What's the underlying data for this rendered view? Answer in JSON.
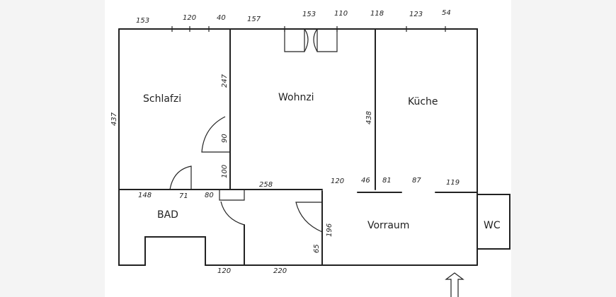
{
  "rooms": {
    "schlafzimmer": "Schlafzi",
    "wohnzimmer": "Wohnzi",
    "kueche": "Küche",
    "bad": "BAD",
    "vorraum": "Vorraum",
    "wc": "WC"
  },
  "top_dimensions": [
    "153",
    "120",
    "40",
    "157",
    "153",
    "110",
    "118",
    "123",
    "54"
  ],
  "middle_dimensions": [
    "148",
    "71",
    "80",
    "258",
    "120",
    "46",
    "81",
    "87",
    "119"
  ],
  "bottom_dimensions": [
    "120",
    "220"
  ],
  "vertical_dimensions": {
    "left": "437",
    "schlafzi_wall": "247",
    "door_90": "90",
    "door_100": "100",
    "kueche_wall": "438",
    "vorraum_196": "196",
    "vorraum_65": "65"
  }
}
